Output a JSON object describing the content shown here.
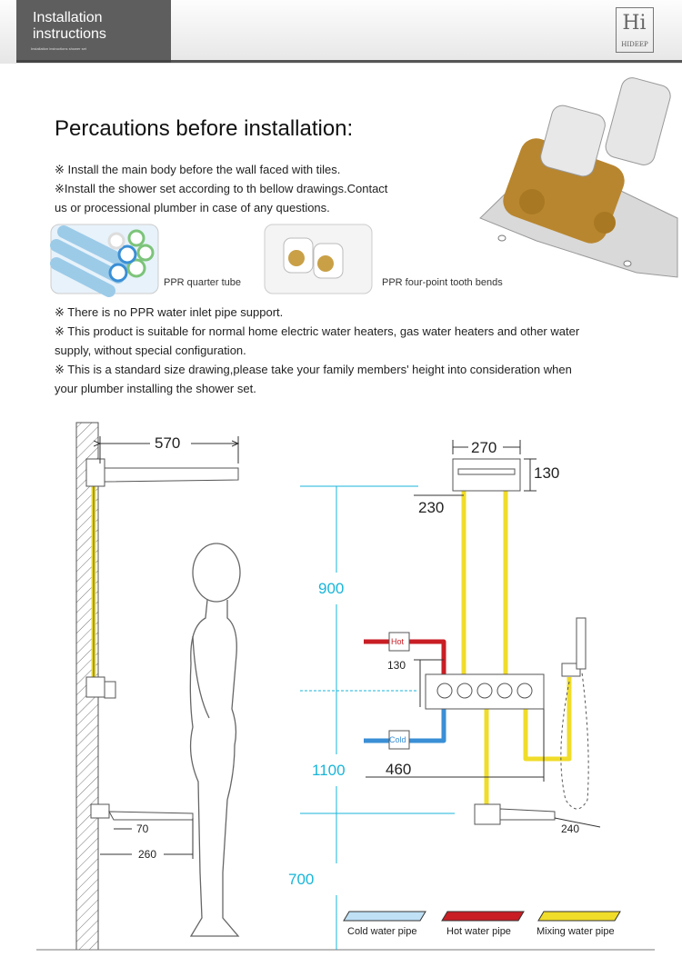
{
  "header": {
    "title_line1": "Installation",
    "title_line2": "instructions",
    "subtitle": "Installation instructions shower set",
    "logo_text": "HIDEEP"
  },
  "heading": "Percautions before installation:",
  "notes_top": [
    "※ Install the main body before the wall faced with tiles.",
    "※Install the shower set according to th bellow drawings.Contact",
    "us or processional plumber in case of any questions."
  ],
  "captions": {
    "ppr_tube": "PPR quarter tube",
    "ppr_bends": "PPR four-point tooth bends"
  },
  "notes_bottom": [
    "※ There is no PPR water inlet pipe support.",
    "※ This product is suitable for normal home electric water heaters, gas water heaters and other water",
    "supply, without special configuration.",
    "※ This is a standard size drawing,please take your family members' height into consideration when",
    "your plumber installing the shower set."
  ],
  "dims": {
    "d570": "570",
    "d270": "270",
    "d130a": "130",
    "d230": "230",
    "d900": "900",
    "d130b": "130",
    "d460": "460",
    "d1100": "1100",
    "d70": "70",
    "d260": "260",
    "d240": "240",
    "d700": "700"
  },
  "labels": {
    "hot": "Hot",
    "cold": "Cold"
  },
  "legend": [
    "Cold water pipe",
    "Hot water pipe",
    "Mixing water pipe"
  ],
  "colors": {
    "cold": "#3a8fd6",
    "hot": "#c81e24",
    "mix": "#f0dc2a",
    "dim_cyan": "#19b5d8"
  }
}
